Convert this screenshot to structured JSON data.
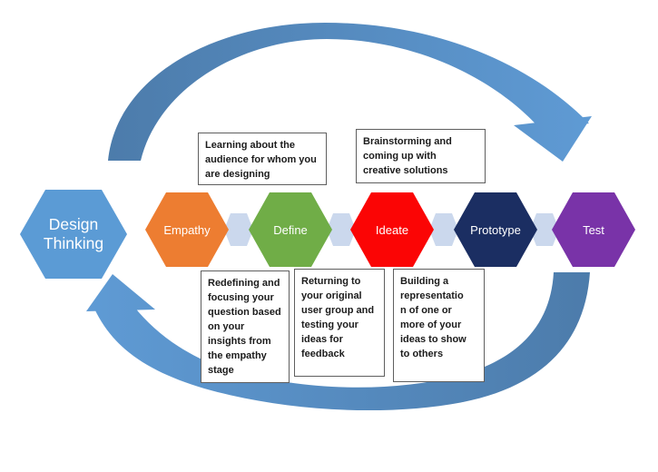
{
  "design_hex": {
    "line1": "Design",
    "line2": "Thinking",
    "color": "#5B9BD5",
    "text_color": "#FFFFFF"
  },
  "stages": [
    {
      "label": "Empathy",
      "color": "#ED7D31"
    },
    {
      "label": "Define",
      "color": "#70AD47"
    },
    {
      "label": "Ideate",
      "color": "#FB0505"
    },
    {
      "label": "Prototype",
      "color": "#1B2E62"
    },
    {
      "label": "Test",
      "color": "#7933A8"
    }
  ],
  "connector": {
    "color": "#CBD8ED"
  },
  "arrows": {
    "color_dark": "#4C7BAA",
    "color_light": "#5F9BD5"
  },
  "notes": [
    {
      "lines": [
        "Learning about the",
        "audience for whom you",
        "are designing"
      ]
    },
    {
      "lines": [
        "Brainstorming and",
        "coming up with",
        "creative solutions"
      ]
    },
    {
      "lines": [
        "Redefining and",
        "focusing your",
        "question based",
        "on your",
        "insights from",
        "the empathy",
        "stage"
      ]
    },
    {
      "lines": [
        "Returning to",
        "your original",
        "user group and",
        "testing your",
        "ideas for",
        "feedback"
      ]
    },
    {
      "lines": [
        "Building a",
        "representatio",
        "n of one or",
        "more of your",
        "ideas to show",
        "to others"
      ]
    }
  ]
}
